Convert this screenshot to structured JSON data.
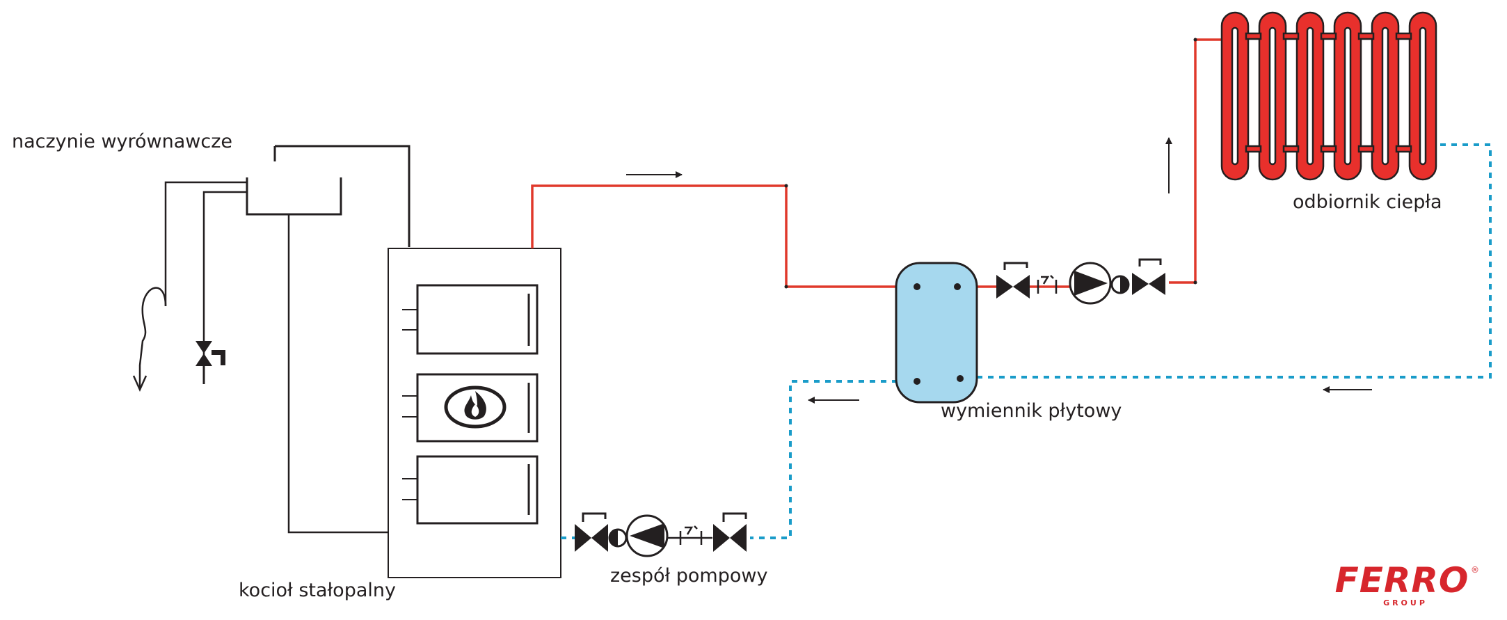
{
  "labels": {
    "expansion_vessel": "naczynie wyrównawcze",
    "boiler": "kocioł stałopalny",
    "pump_unit": "zespół pompowy",
    "plate_exchanger": "wymiennik płytowy",
    "heat_receiver": "odbiornik ciepła"
  },
  "logo": {
    "name": "FERRO",
    "sub": "GROUP",
    "registered": "®"
  },
  "colors": {
    "supply_pipe": "#e0392b",
    "return_pipe": "#1a9cc9",
    "radiator": "#e8302c",
    "exchanger": "#a6d8ee",
    "line": "#231f20",
    "brand": "#d7262c"
  }
}
